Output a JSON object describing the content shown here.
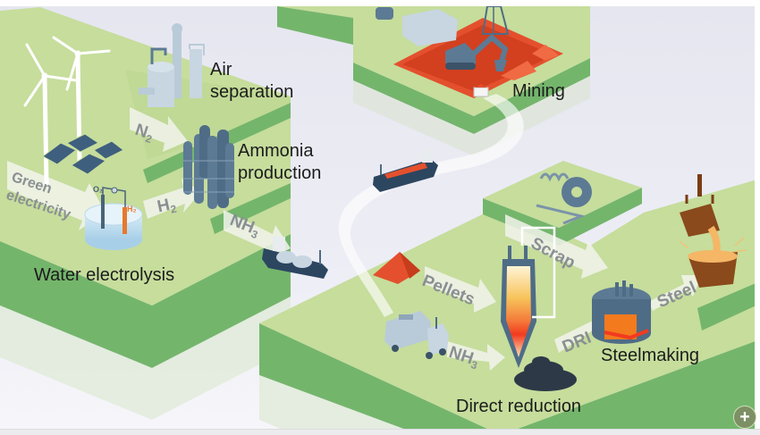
{
  "diagram": {
    "title": "Green hydrogen-based steel production",
    "stages": {
      "air_separation": [
        "Air",
        "separation"
      ],
      "ammonia_production": [
        "Ammonia",
        "production"
      ],
      "water_electrolysis": "Water electrolysis",
      "mining": "Mining",
      "direct_reduction": "Direct reduction",
      "steelmaking": "Steelmaking"
    },
    "flows": {
      "green_electricity": [
        "Green",
        "electricity"
      ],
      "n2": {
        "base": "N",
        "sub": "2"
      },
      "h2": {
        "base": "H",
        "sub": "2"
      },
      "nh3_ship": {
        "base": "NH",
        "sub": "3"
      },
      "nh3_truck": {
        "base": "NH",
        "sub": "3"
      },
      "pellets": "Pellets",
      "scrap": "Scrap",
      "dri": "DRI",
      "steel": "Steel"
    },
    "electrolysis_labels": {
      "o2": "O₂",
      "h2": "H₂"
    }
  },
  "controls": {
    "zoom_button": {
      "label": "+",
      "icon": "plus-circle-icon"
    }
  },
  "colors": {
    "ground_top": "#c6dd9c",
    "ground_side": "#74b56c",
    "ore_red": "#e4502d",
    "equipment_blue": "#5c7a94",
    "text_dark": "#1c1c1c",
    "arrow_text": "#8a8f93"
  }
}
